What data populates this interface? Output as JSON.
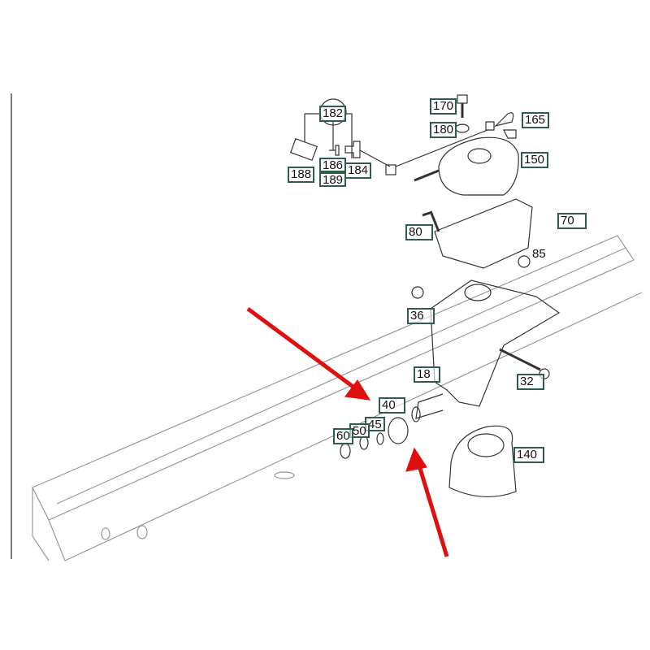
{
  "diagram": {
    "callouts": [
      {
        "id": "170",
        "text": "170"
      },
      {
        "id": "165",
        "text": "165"
      },
      {
        "id": "180",
        "text": "180"
      },
      {
        "id": "182",
        "text": "182"
      },
      {
        "id": "150",
        "text": "150"
      },
      {
        "id": "188",
        "text": "188"
      },
      {
        "id": "186",
        "text": "186"
      },
      {
        "id": "189",
        "text": "189"
      },
      {
        "id": "184",
        "text": "184"
      },
      {
        "id": "70",
        "text": "70"
      },
      {
        "id": "80",
        "text": "80"
      },
      {
        "id": "85",
        "text": "85"
      },
      {
        "id": "36",
        "text": "36"
      },
      {
        "id": "18",
        "text": "18"
      },
      {
        "id": "32",
        "text": "32"
      },
      {
        "id": "40",
        "text": "40"
      },
      {
        "id": "45",
        "text": "45"
      },
      {
        "id": "50",
        "text": "50"
      },
      {
        "id": "60",
        "text": "60"
      },
      {
        "id": "140",
        "text": "140"
      }
    ],
    "arrow_color": "#e01010",
    "label_border_color": "#2e5e46"
  }
}
